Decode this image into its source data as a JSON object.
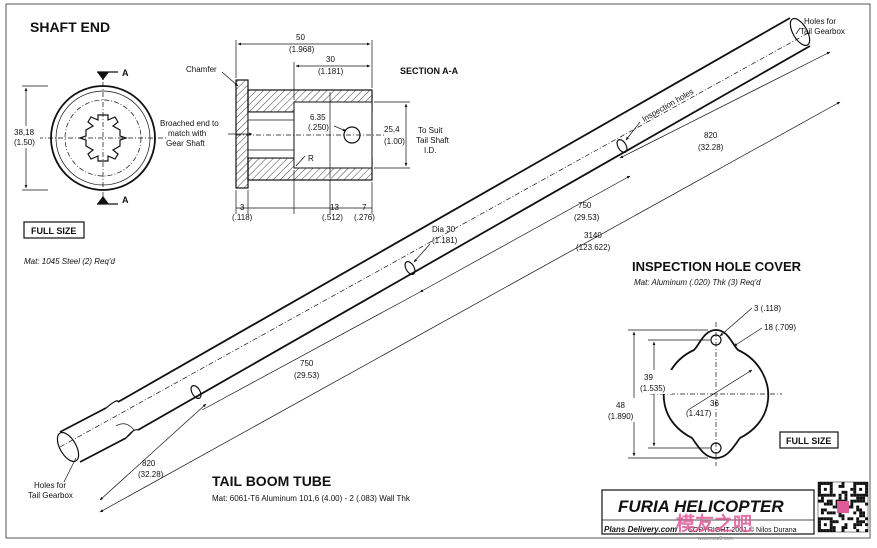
{
  "shaft_end": {
    "title": "SHAFT END",
    "section_mark": "A",
    "dia_mm": "38,18",
    "dia_in": "(1.50)",
    "full_size": "FULL SIZE",
    "material": "Mat: 1045 Steel (2) Req'd"
  },
  "section": {
    "title": "SECTION A-A",
    "chamfer": "Chamfer",
    "broached": [
      "Broached end to",
      "match with",
      "Gear Shaft"
    ],
    "r_label": "R",
    "hole_mm": "6.35",
    "hole_in": "(.250)",
    "dim_50_mm": "50",
    "dim_50_in": "(1.968)",
    "dim_30_mm": "30",
    "dim_30_in": "(1.181)",
    "dim_254_mm": "25,4",
    "dim_254_in": "(1.00)",
    "to_suit": [
      "To Suit",
      "Tail Shaft",
      "I.D."
    ],
    "dim_3_mm": "3",
    "dim_3_in": "(.118)",
    "dim_13_mm": "13",
    "dim_13_in": "(.512)",
    "dim_7_mm": "7",
    "dim_7_in": "(.276)"
  },
  "tube": {
    "title": "TAIL BOOM TUBE",
    "material": "Mat: 6061-T6 Aluminum 101,6 (4.00) - 2 (.083) Wall Thk",
    "holes_top": [
      "Holes for",
      "Tail Gearbox"
    ],
    "holes_bottom": [
      "Holes for",
      "Tail Gearbox"
    ],
    "inspection_holes": "Inspection holes",
    "dim_820_top_mm": "820",
    "dim_820_top_in": "(32.28)",
    "dim_750_top_mm": "750",
    "dim_750_top_in": "(29.53)",
    "dim_3140_mm": "3140",
    "dim_3140_in": "(123.622)",
    "dia30_mm": "Dia 30",
    "dia30_in": "(1.181)",
    "dim_750_low_mm": "750",
    "dim_750_low_in": "(29.53)",
    "dim_820_low_mm": "820",
    "dim_820_low_in": "(32.28)"
  },
  "cover": {
    "title": "INSPECTION HOLE COVER",
    "material": "Mat: Aluminum (.020) Thk (3) Req'd",
    "hole_small": "3 (.118)",
    "radius": "18 (.709)",
    "dim_39_mm": "39",
    "dim_39_in": "(1.535)",
    "dim_48_mm": "48",
    "dim_48_in": "(1.890)",
    "dim_36_mm": "36",
    "dim_36_in": "(1.417)",
    "full_size": "FULL SIZE"
  },
  "titleblock": {
    "brand": "FURIA HELICOPTER",
    "plans": "Plans Delivery.com",
    "copyright": "COPYRIGHT 2001 © Nilos Durana",
    "watermark": "模友之吧",
    "watermark_url": "www.moz8.com"
  }
}
